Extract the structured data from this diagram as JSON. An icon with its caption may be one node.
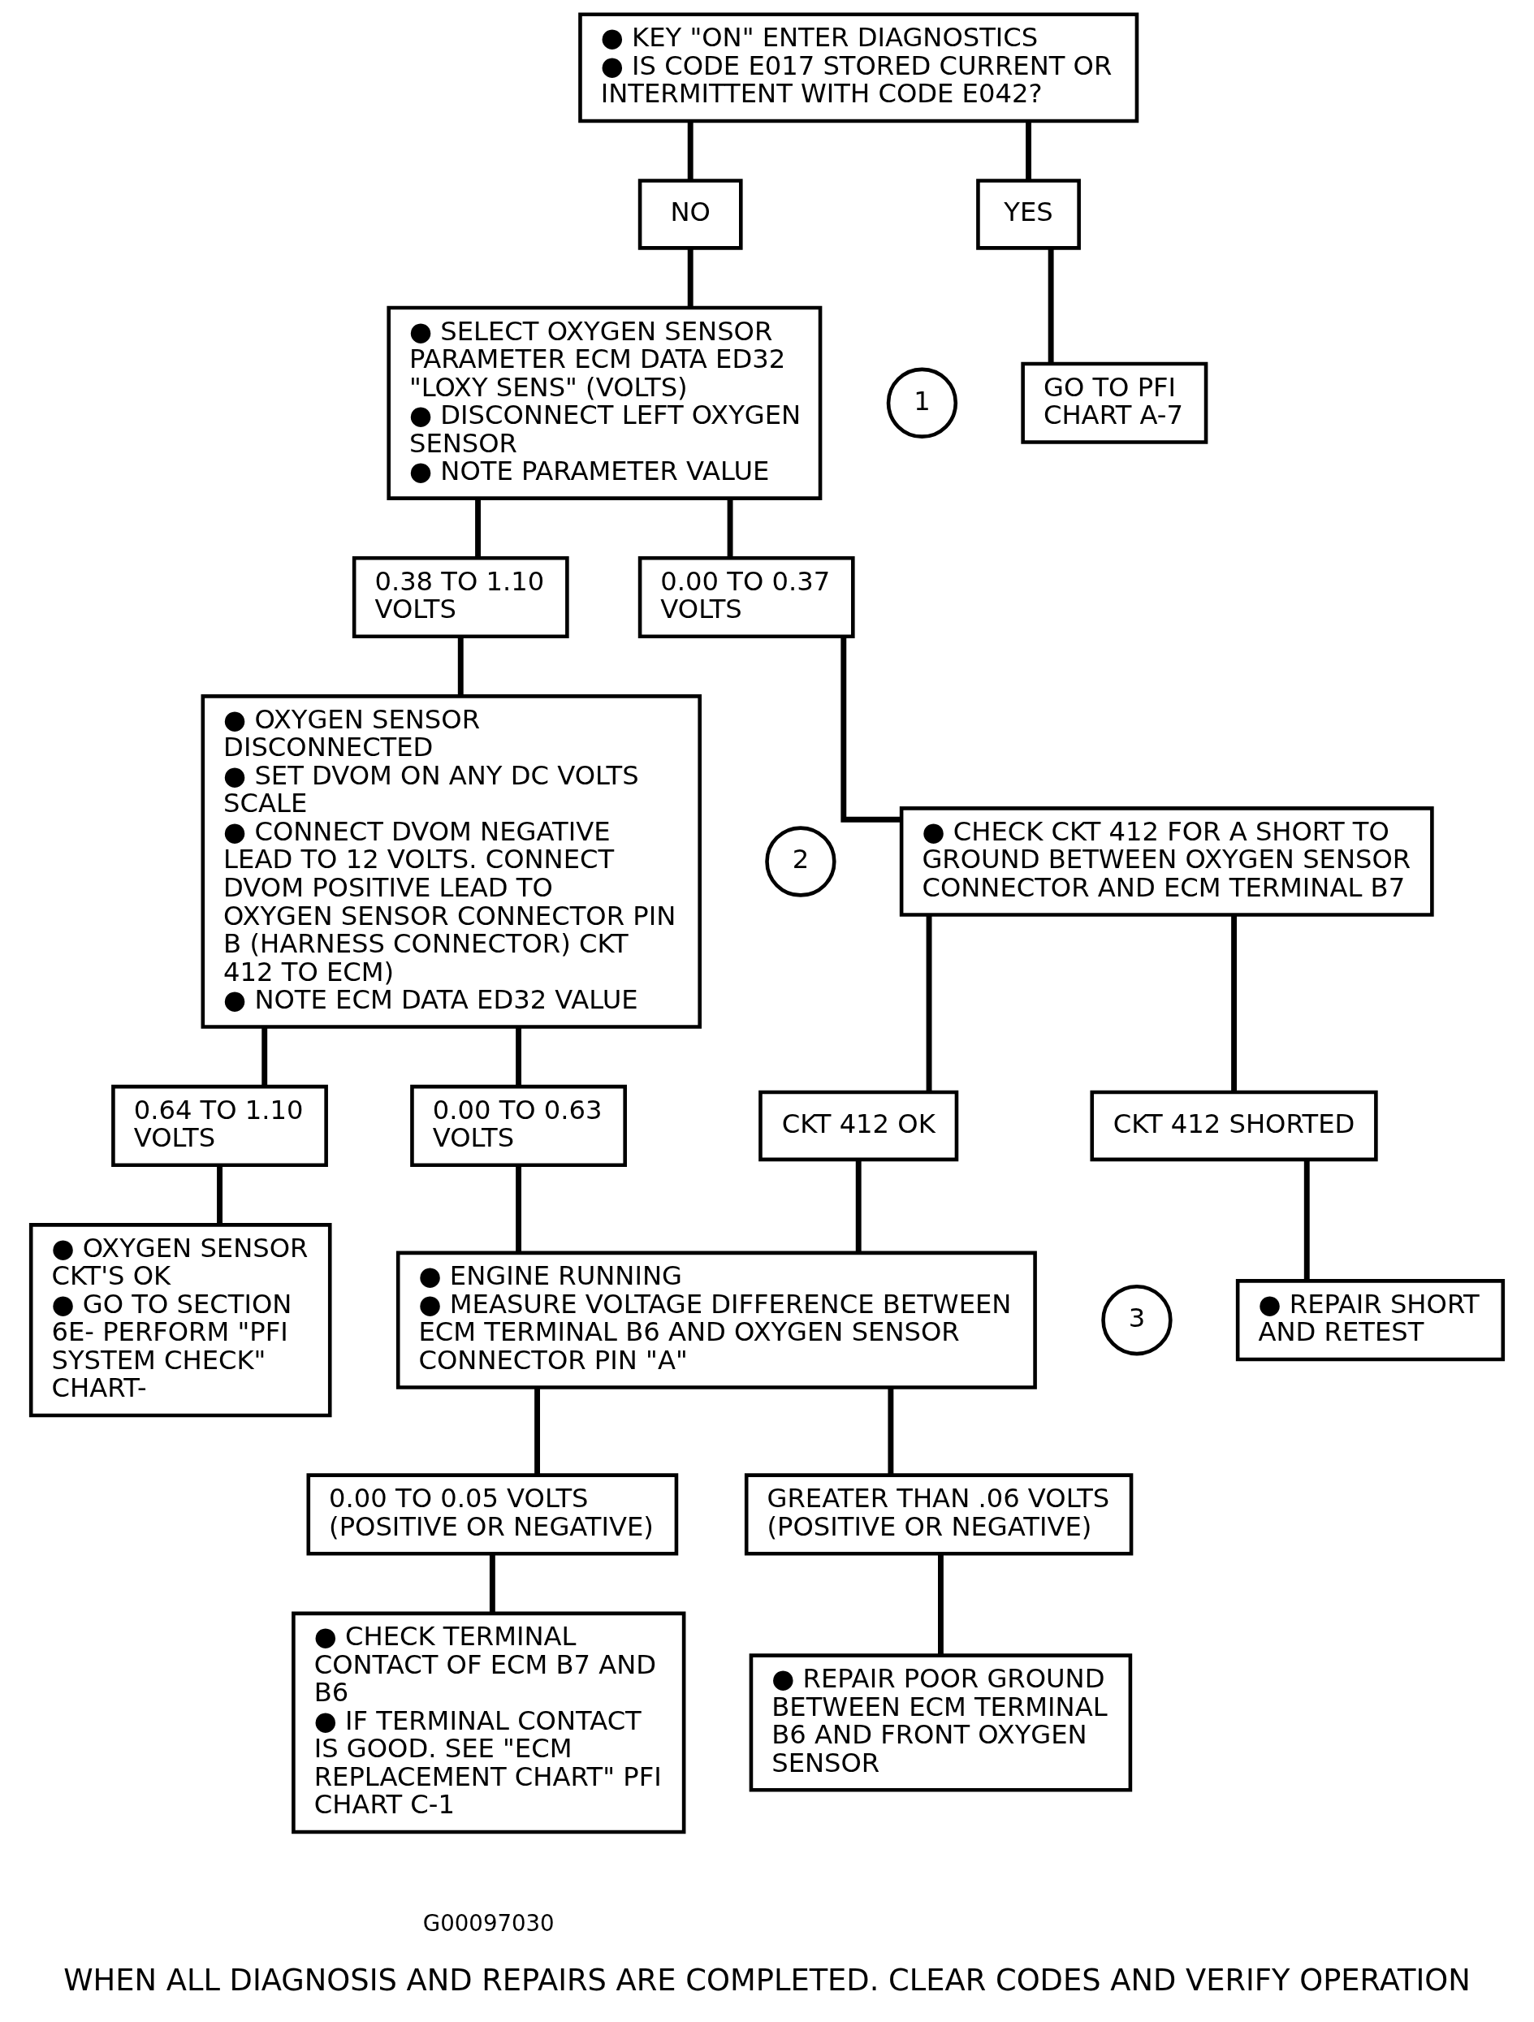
{
  "diagram": {
    "caption": "WHEN ALL DIAGNOSIS AND REPAIRS ARE COMPLETED. CLEAR CODES AND VERIFY OPERATION",
    "nodes": [
      {
        "text": [
          "● KEY \"ON\" ENTER DIAGNOSTICS",
          "● IS CODE E017 STORED CURRENT OR INTERMITTENT WITH CODE E042?"
        ]
      },
      {
        "text": [
          "NO"
        ]
      },
      {
        "text": [
          "YES"
        ]
      },
      {
        "text": [
          "1"
        ]
      },
      {
        "text": [
          "● SELECT OXYGEN SENSOR PARAMETER ECM DATA ED32 \"LOXY SENS\" (VOLTS)",
          "● DISCONNECT LEFT OXYGEN SENSOR",
          "● NOTE PARAMETER VALUE"
        ]
      },
      {
        "text": [
          "GO TO PFI CHART A-7"
        ]
      },
      {
        "text": [
          "0.38 TO 1.10 VOLTS"
        ]
      },
      {
        "text": [
          "0.00 TO 0.37 VOLTS"
        ]
      },
      {
        "text": [
          "2"
        ]
      },
      {
        "text": [
          "● OXYGEN SENSOR DISCONNECTED",
          "● SET DVOM ON ANY DC VOLTS SCALE",
          "● CONNECT DVOM NEGATIVE LEAD TO 12 VOLTS. CONNECT DVOM POSITIVE LEAD TO OXYGEN SENSOR CONNECTOR PIN B (HARNESS CONNECTOR) CKT 412 TO ECM)",
          "● NOTE ECM DATA ED32 VALUE"
        ]
      },
      {
        "text": [
          "● CHECK CKT 412 FOR A SHORT TO GROUND BETWEEN OXYGEN SENSOR CONNECTOR AND ECM TERMINAL B7"
        ]
      },
      {
        "text": [
          "CKT 412 OK"
        ]
      },
      {
        "text": [
          "CKT 412 SHORTED"
        ]
      },
      {
        "text": [
          "● REPAIR SHORT AND RETEST"
        ]
      },
      {
        "text": [
          "0.64 TO 1.10 VOLTS"
        ]
      },
      {
        "text": [
          "0.00 TO 0.63 VOLTS"
        ]
      },
      {
        "text": [
          "● OXYGEN SENSOR CKT'S OK",
          "● GO TO SECTION 6E- PERFORM \"PFI SYSTEM CHECK\" CHART-"
        ]
      },
      {
        "text": [
          "3"
        ]
      },
      {
        "text": [
          "● ENGINE RUNNING",
          "● MEASURE VOLTAGE DIFFERENCE BETWEEN ECM TERMINAL B6 AND OXYGEN SENSOR CONNECTOR PIN \"A\""
        ]
      },
      {
        "text": [
          "0.00 TO 0.05 VOLTS (POSITIVE OR NEGATIVE)"
        ]
      },
      {
        "text": [
          "GREATER THAN .06 VOLTS (POSITIVE OR NEGATIVE)"
        ]
      },
      {
        "text": [
          "● CHECK TERMINAL CONTACT OF ECM B7 AND B6",
          "● IF TERMINAL CONTACT IS GOOD. SEE \"ECM REPLACEMENT CHART\" PFI CHART C-1"
        ]
      },
      {
        "text": [
          "● REPAIR POOR GROUND BETWEEN ECM TERMINAL B6 AND FRONT OXYGEN SENSOR"
        ]
      }
    ],
    "edges": [
      {
        "from": 0,
        "to": 1,
        "arrow": "none"
      },
      {
        "from": 0,
        "to": 2,
        "arrow": "none"
      },
      {
        "from": 1,
        "to": 4,
        "arrow": "none"
      },
      {
        "from": 2,
        "to": 5,
        "arrow": "none"
      },
      {
        "from": 4,
        "to": 6,
        "arrow": "none"
      },
      {
        "from": 4,
        "to": 7,
        "arrow": "none"
      },
      {
        "from": 6,
        "to": 9,
        "arrow": "none"
      },
      {
        "from": 7,
        "to": 10,
        "arrow": "none"
      },
      {
        "from": 10,
        "to": 11,
        "arrow": "none"
      },
      {
        "from": 10,
        "to": 12,
        "arrow": "none"
      },
      {
        "from": 12,
        "to": 13,
        "arrow": "none"
      },
      {
        "from": 9,
        "to": 14,
        "arrow": "none"
      },
      {
        "from": 9,
        "to": 15,
        "arrow": "none"
      },
      {
        "from": 14,
        "to": 16,
        "arrow": "none"
      },
      {
        "from": 15,
        "to": 18,
        "arrow": "none"
      },
      {
        "from": 11,
        "to": 18,
        "arrow": "none"
      },
      {
        "from": 18,
        "to": 19,
        "arrow": "none"
      },
      {
        "from": 18,
        "to": 20,
        "arrow": "none"
      },
      {
        "from": 19,
        "to": 21,
        "arrow": "none"
      },
      {
        "from": 20,
        "to": 22,
        "arrow": "none"
      }
    ],
    "labels": [
      "G00097030"
    ]
  }
}
